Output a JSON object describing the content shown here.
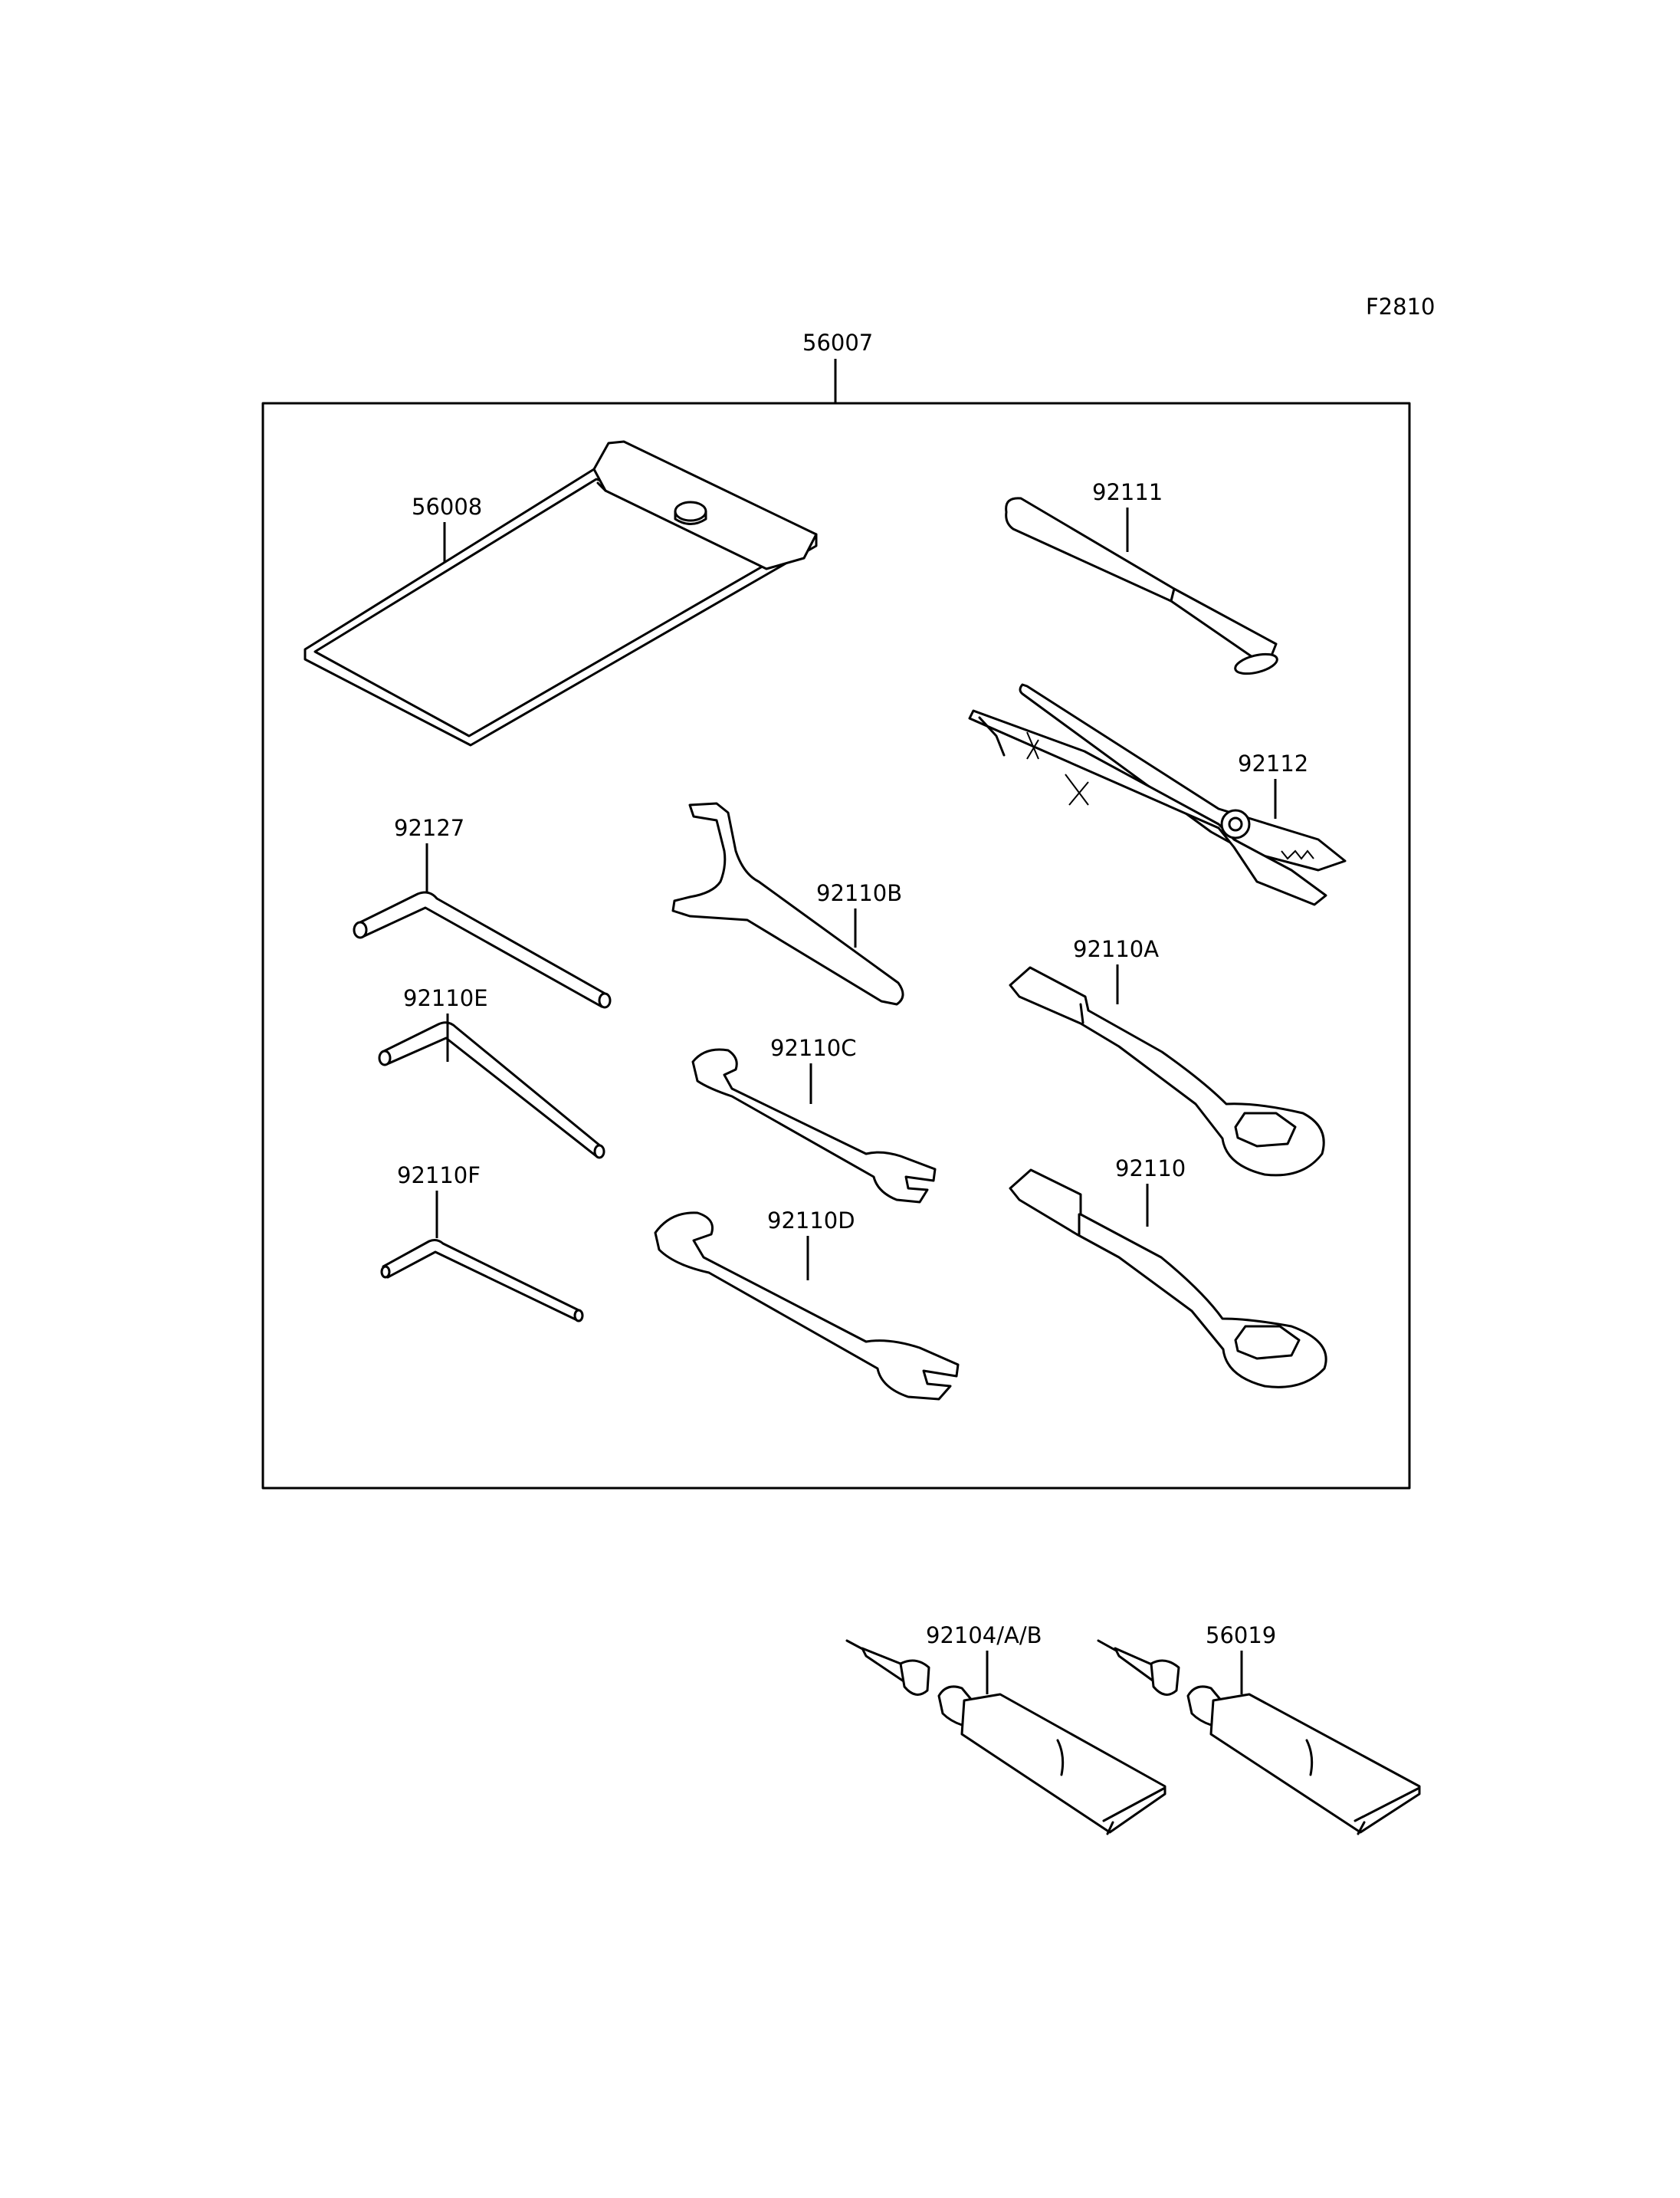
{
  "figure": {
    "code": "F2810",
    "kit_label": "56007"
  },
  "parts": {
    "tool_bag": "56008",
    "handle_bar": "92111",
    "pliers": "92112",
    "hex_key_large": "92127",
    "hook_spanner": "92110B",
    "ring_wrench_upper": "92110A",
    "hex_key_medium": "92110E",
    "open_wrench_small": "92110C",
    "ring_wrench_lower": "92110",
    "hex_key_small": "92110F",
    "open_wrench_large": "92110D",
    "grease_tube_left": "92104/A/B",
    "grease_tube_right": "56019"
  }
}
